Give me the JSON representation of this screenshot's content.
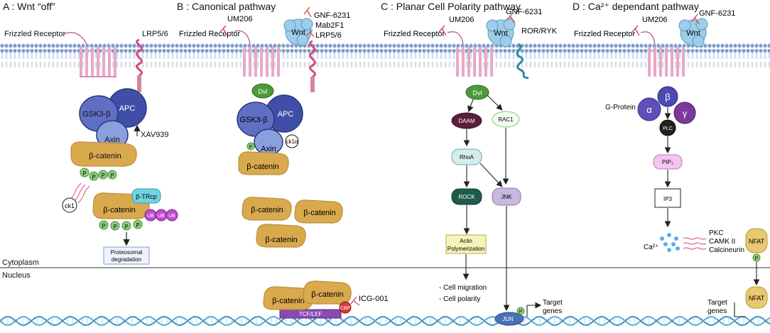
{
  "panels": {
    "a_title": "A : Wnt “off”",
    "b_title": "B : Canonical pathway",
    "c_title": "C : Planar Cell Polarity pathway",
    "d_title": "D : Ca²⁺ dependant pathway"
  },
  "compartments": {
    "cytoplasm": "Cytoplasm",
    "nucleus": "Nucleus"
  },
  "receptors": {
    "frizzled": "Frizzled Receptor",
    "lrp": "LRP5/6",
    "ror": "ROR/RYK"
  },
  "drugs": {
    "um206": "UM206",
    "gnf": "GNF-6231",
    "mab": "Mab2F1",
    "xav": "XAV939",
    "icg": "ICG-001"
  },
  "proteins": {
    "gsk": "GSK3-β",
    "apc": "APC",
    "axin": "Axin",
    "bcat": "β-catenin",
    "btrcp": "β-TRcp",
    "ub": "UB",
    "p": "P",
    "ck1": "ck1",
    "ck1a": "ck1α",
    "dvl": "Dvl",
    "wnt": "Wnt",
    "daam": "DAAM",
    "rac1": "RAC1",
    "rhoa": "RhoA",
    "rock": "ROCK",
    "jnk": "JNK",
    "jun": "JUN",
    "gprotein": "G-Protein",
    "alpha": "α",
    "beta": "β",
    "gamma": "γ",
    "plc": "PLC",
    "pip": "PIP₂",
    "ip3": "IP3",
    "ca": "Ca²⁺",
    "nfat": "NFAT",
    "tcf": "TCF/LEF",
    "cbp": "CBP"
  },
  "labels": {
    "degradation_1": "Proteosomal",
    "degradation_2": "degradation",
    "actin_1": "Actin",
    "actin_2": "Polymerization",
    "cell_migration": "- Cell migration",
    "cell_polarity": "- Cell polarity",
    "target_1": "Target",
    "target_2": "genes",
    "pkc": "PKC",
    "camk": "CAMK II",
    "calcineurin": "Calcineurin"
  },
  "colors": {
    "membrane": "#6f8fbf",
    "receptor": "#e9a9c4",
    "beta_catenin": "#d9a94e",
    "phospho": "#8cd07a",
    "complex_dark": "#3f4fa8",
    "complex_mid": "#5f6fc4",
    "dvl": "#4c9a3a",
    "ub": "#c04ad0",
    "wnt": "#9dcde8",
    "rock": "#1f5a4a",
    "daam": "#5a1f3a",
    "jnk": "#c8b8e0",
    "nfat": "#e8c870",
    "dna": "#5aa8d8",
    "inhibitor": "#d94a4a"
  }
}
